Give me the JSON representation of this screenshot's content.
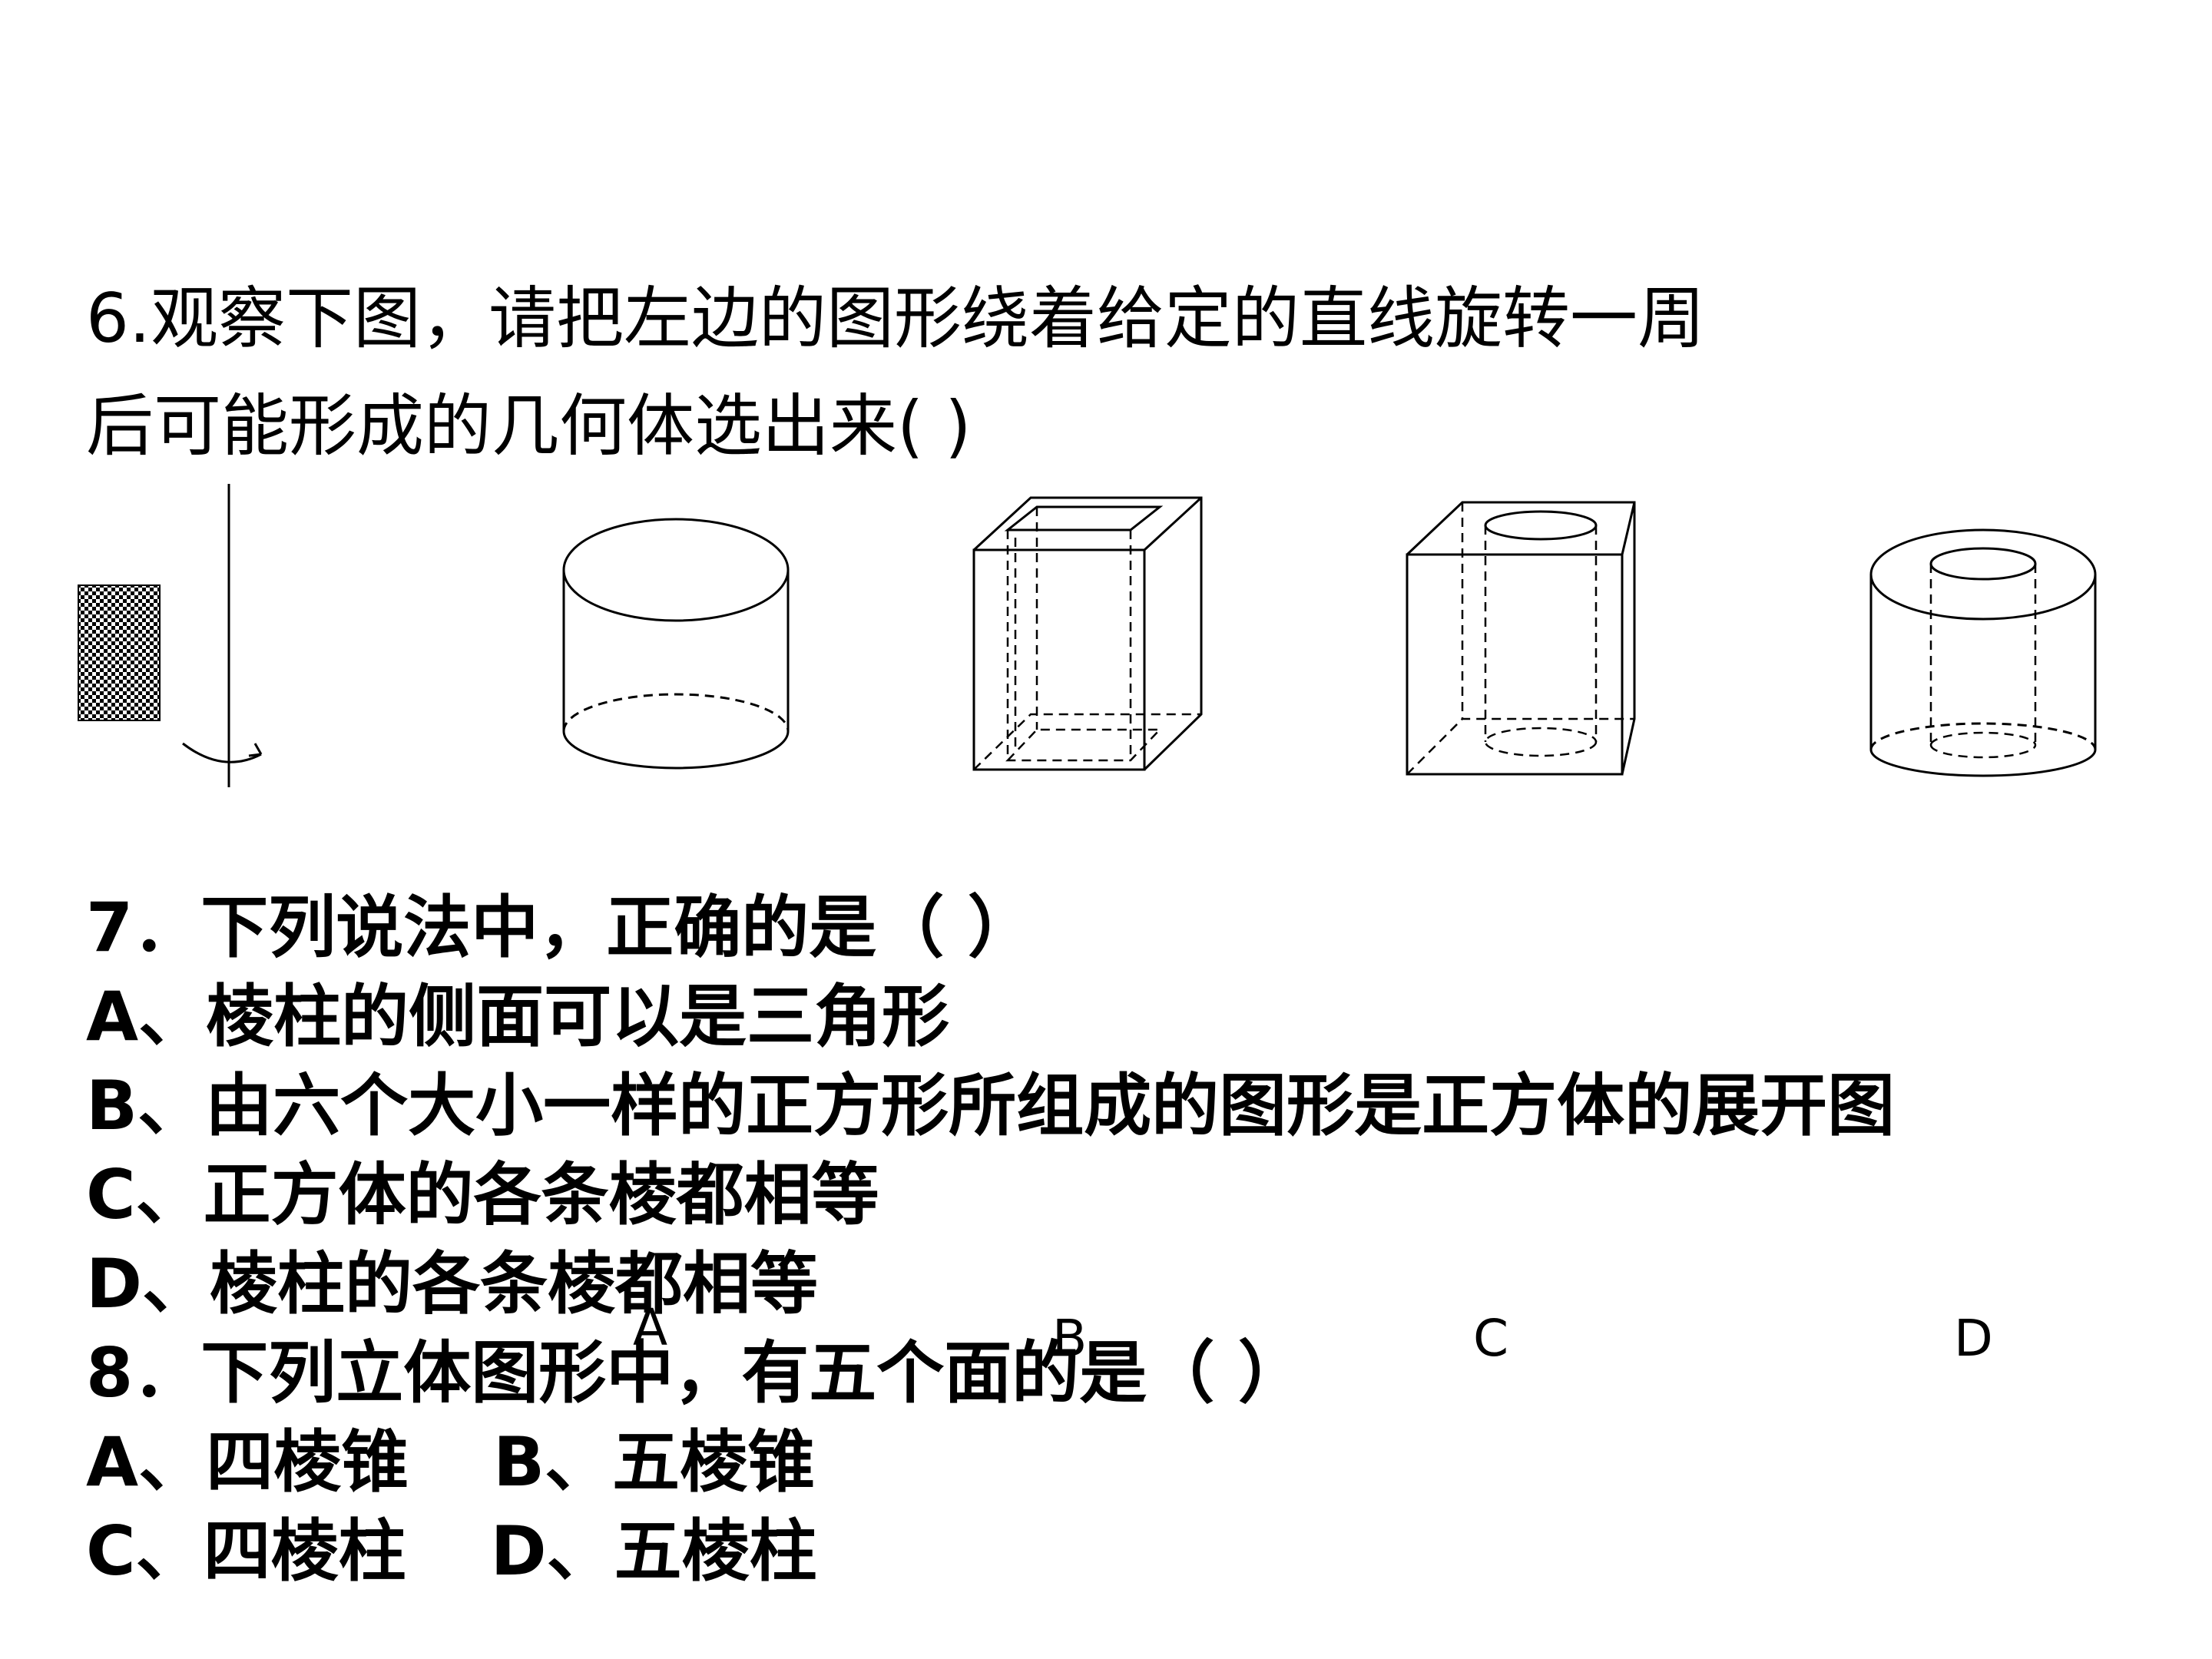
{
  "question6": {
    "line1": "6.观察下图，请把左边的图形绕着给定的直线旋转一周",
    "line2": "后可能形成的几何体选出来(      )"
  },
  "figure_options": [
    "A",
    "B",
    "C",
    "D"
  ],
  "question7": {
    "stem": "7．下列说法中，正确的是（       ）",
    "choices": [
      "A、棱柱的侧面可以是三角形",
      "B、由六个大小一样的正方形所组成的图形是正方体的展开图",
      "C、正方体的各条棱都相等",
      "D、棱柱的各条棱都相等"
    ]
  },
  "question8": {
    "stem": "8．下列立体图形中，有五个面的是（       ）",
    "choice_a": "A、四棱锥",
    "choice_b": "B、五棱锥",
    "choice_c": "C、四棱柱",
    "choice_d": "D、五棱柱"
  }
}
